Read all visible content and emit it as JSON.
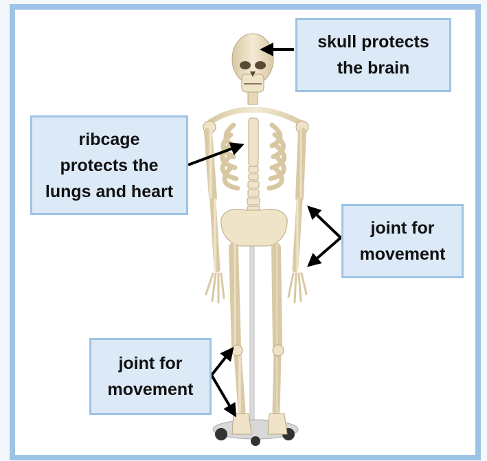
{
  "labels": {
    "skull": {
      "line1": "skull protects",
      "line2": "the brain"
    },
    "ribcage": {
      "line1": "ribcage",
      "line2": "protects the",
      "line3": "lungs and heart"
    },
    "arm_joint": {
      "line1": "joint for",
      "line2": "movement"
    },
    "leg_joint": {
      "line1": "joint for",
      "line2": "movement"
    }
  },
  "colors": {
    "frame_border": "#9ec3e6",
    "label_fill": "#dce9f7",
    "bone": "#efe4c8",
    "arrow": "#000000"
  }
}
